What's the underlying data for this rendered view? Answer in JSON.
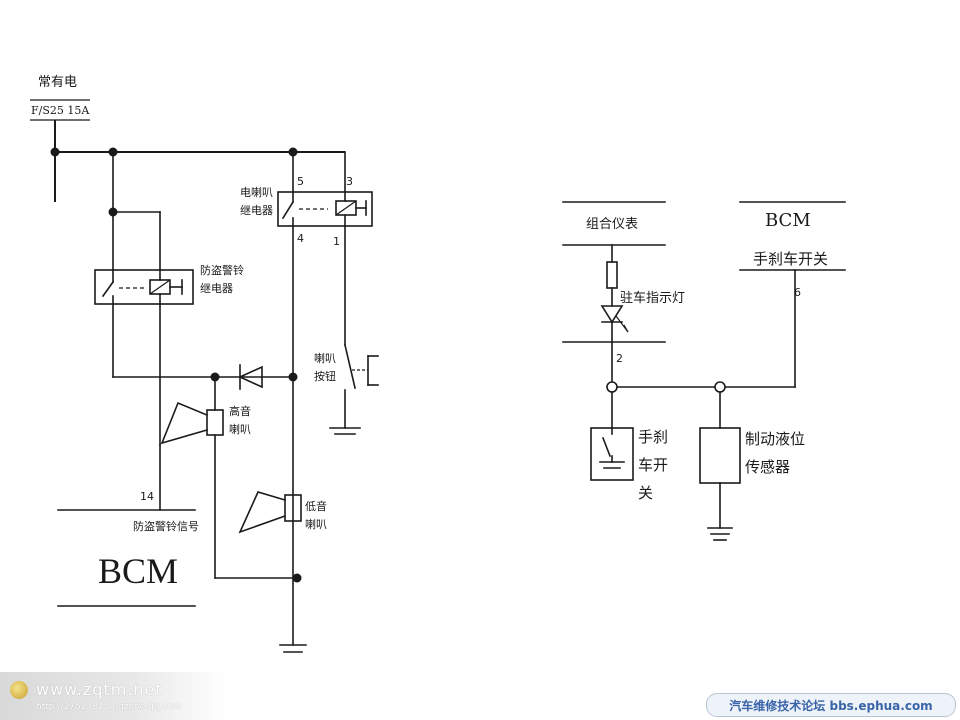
{
  "left": {
    "power_label": "常有电",
    "fuse_label": "F/S25 15A",
    "horn_relay_label": [
      "电喇叭",
      "继电器"
    ],
    "horn_relay_pins": {
      "p5": "5",
      "p3": "3",
      "p4": "4",
      "p1": "1"
    },
    "alarm_relay_label": [
      "防盗警铃",
      "继电器"
    ],
    "horn_button_label": [
      "喇叭",
      "按钮"
    ],
    "high_horn_label": [
      "高音",
      "喇叭"
    ],
    "low_horn_label": [
      "低音",
      "喇叭"
    ],
    "bcm_pin": "14",
    "bcm_signal_label": "防盗警铃信号",
    "bcm_label": "BCM"
  },
  "right": {
    "cluster_label": "组合仪表",
    "parking_lamp_label": "驻车指示灯",
    "cluster_pin": "2",
    "bcm_label": "BCM",
    "bcm_switch_label": "手刹车开关",
    "bcm_pin": "6",
    "handbrake_switch_label": [
      "手刹",
      "车开",
      "关"
    ],
    "brake_fluid_label": [
      "制动液位",
      "传感器"
    ]
  },
  "watermarks": {
    "left_site": "www.zqtm.net",
    "left_url": "http://275278258.qzone.qq.com",
    "right_forum": "汽车维修技术论坛 bbs.ephua.com"
  }
}
